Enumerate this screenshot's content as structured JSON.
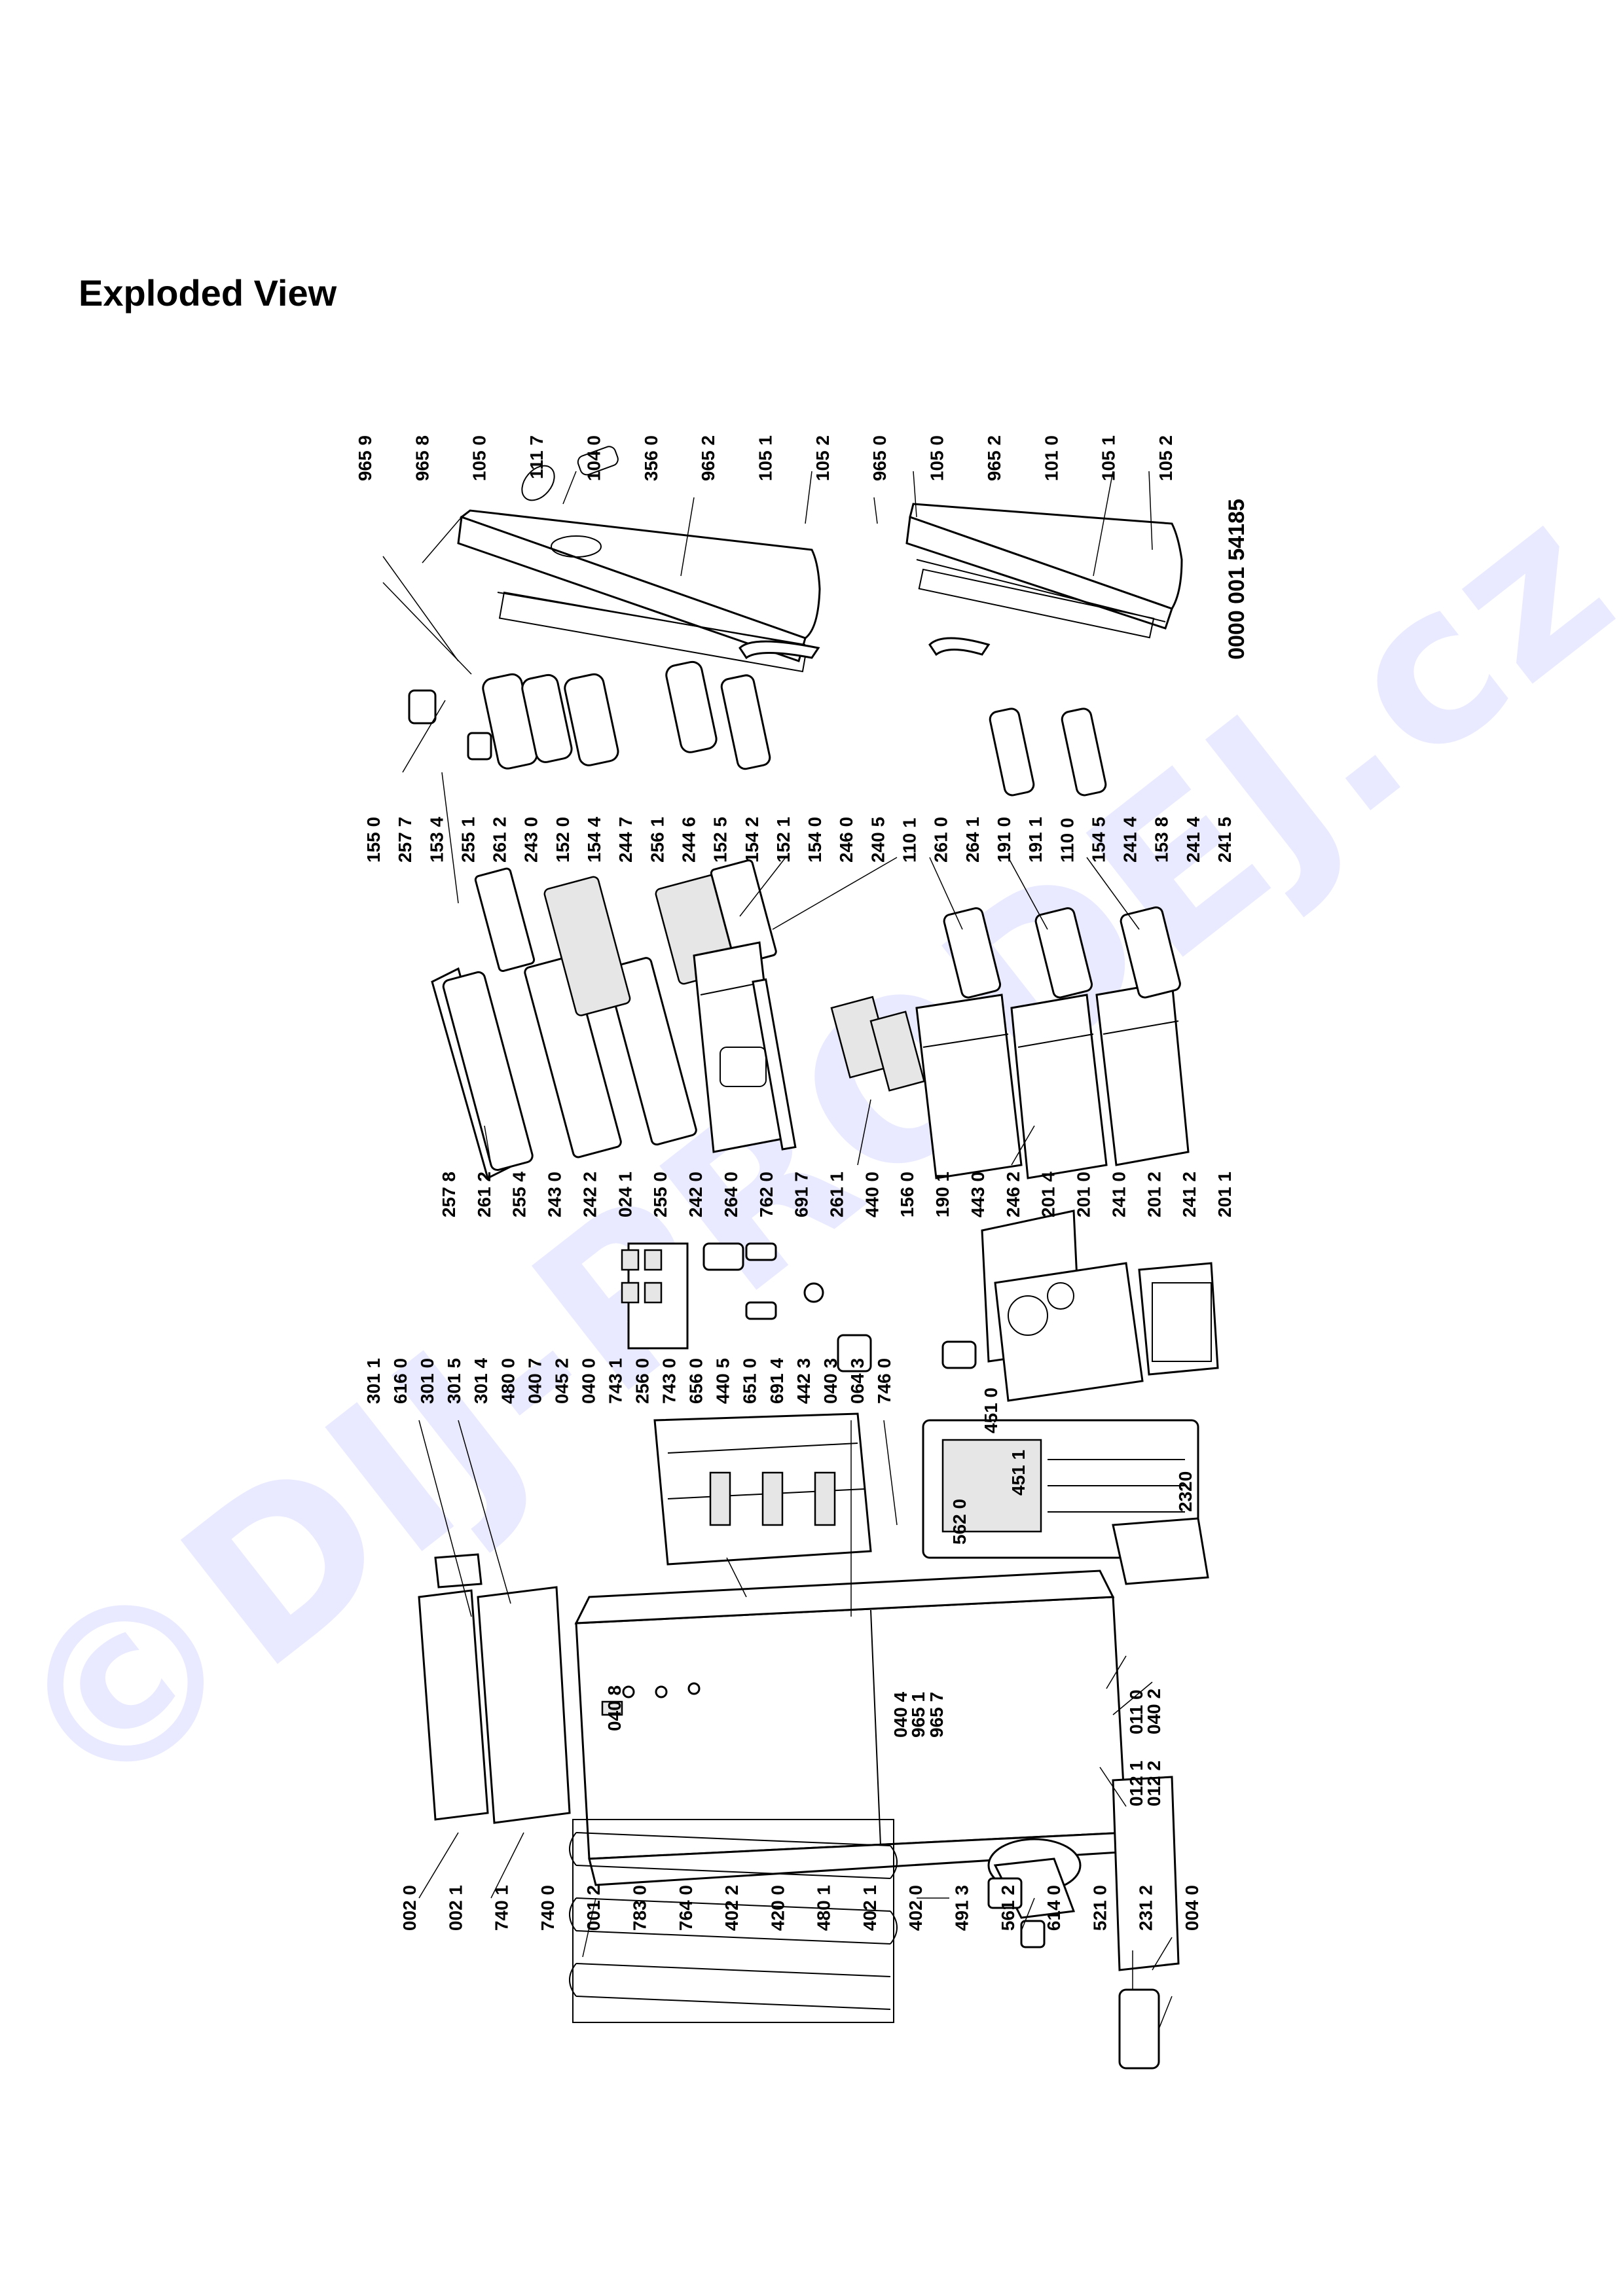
{
  "page_title": "Exploded View",
  "watermark": "©DIJ-PRODEJ.cz",
  "drawing_number": "0000 001 54185",
  "part_columns": [
    {
      "id": "col-top-right",
      "labels": [
        "965 9",
        "965 8",
        "105 0",
        "111 7",
        "104 0",
        "356 0",
        "965 2",
        "105 1",
        "105 2",
        "965 0",
        "105 0",
        "965 2",
        "101 0",
        "105 1",
        "105 2"
      ]
    },
    {
      "id": "col-upper-mid",
      "labels": [
        "155 0",
        "257 7",
        "153 4",
        "255 1",
        "261 2",
        "243 0",
        "152 0",
        "154 4",
        "244 7",
        "256 1",
        "244 6",
        "152 5",
        "154 2",
        "152 1",
        "154 0",
        "246 0",
        "240 5",
        "110 1",
        "261 0",
        "264 1",
        "191 0",
        "191 1",
        "110 0",
        "154 5",
        "241 4",
        "153 8",
        "241 4",
        "241 5"
      ]
    },
    {
      "id": "col-mid",
      "labels": [
        "257 8",
        "261 2",
        "255 4",
        "243 0",
        "242 2",
        "024 1",
        "255 0",
        "242 0",
        "264 0",
        "762 0",
        "691 7",
        "261 1",
        "440 0",
        "156 0",
        "190 1",
        "443 0",
        "246 2",
        "201 4",
        "201 0",
        "241 0",
        "201 2",
        "241 2",
        "201 1"
      ]
    },
    {
      "id": "col-lower-mid",
      "labels": [
        "301 1",
        "616 0",
        "301 0",
        "301 5",
        "301 4",
        "480 0",
        "040 7",
        "045 2",
        "040 0",
        "743 1",
        "256 0",
        "743 0",
        "656 0",
        "440 5",
        "651 0",
        "691 4",
        "442 3",
        "040 3",
        "064 3",
        "746 0"
      ]
    },
    {
      "id": "col-bottom",
      "labels": [
        "002 0",
        "002 1",
        "740 1",
        "740 0",
        "001 2",
        "783 0",
        "764 0",
        "402 2",
        "420 0",
        "480 1",
        "402 1",
        "402 0",
        "491 3",
        "561 2",
        "614 0",
        "521 0",
        "231 2",
        "004 0"
      ]
    },
    {
      "id": "col-cabinet",
      "labels": [
        "040 8",
        "040 4",
        "965 1",
        "965 7",
        "011 0",
        "040 2",
        "012 1",
        "012 2"
      ]
    },
    {
      "id": "col-condenser",
      "labels": [
        "451 0",
        "451 1",
        "562 0",
        "2320"
      ]
    }
  ]
}
